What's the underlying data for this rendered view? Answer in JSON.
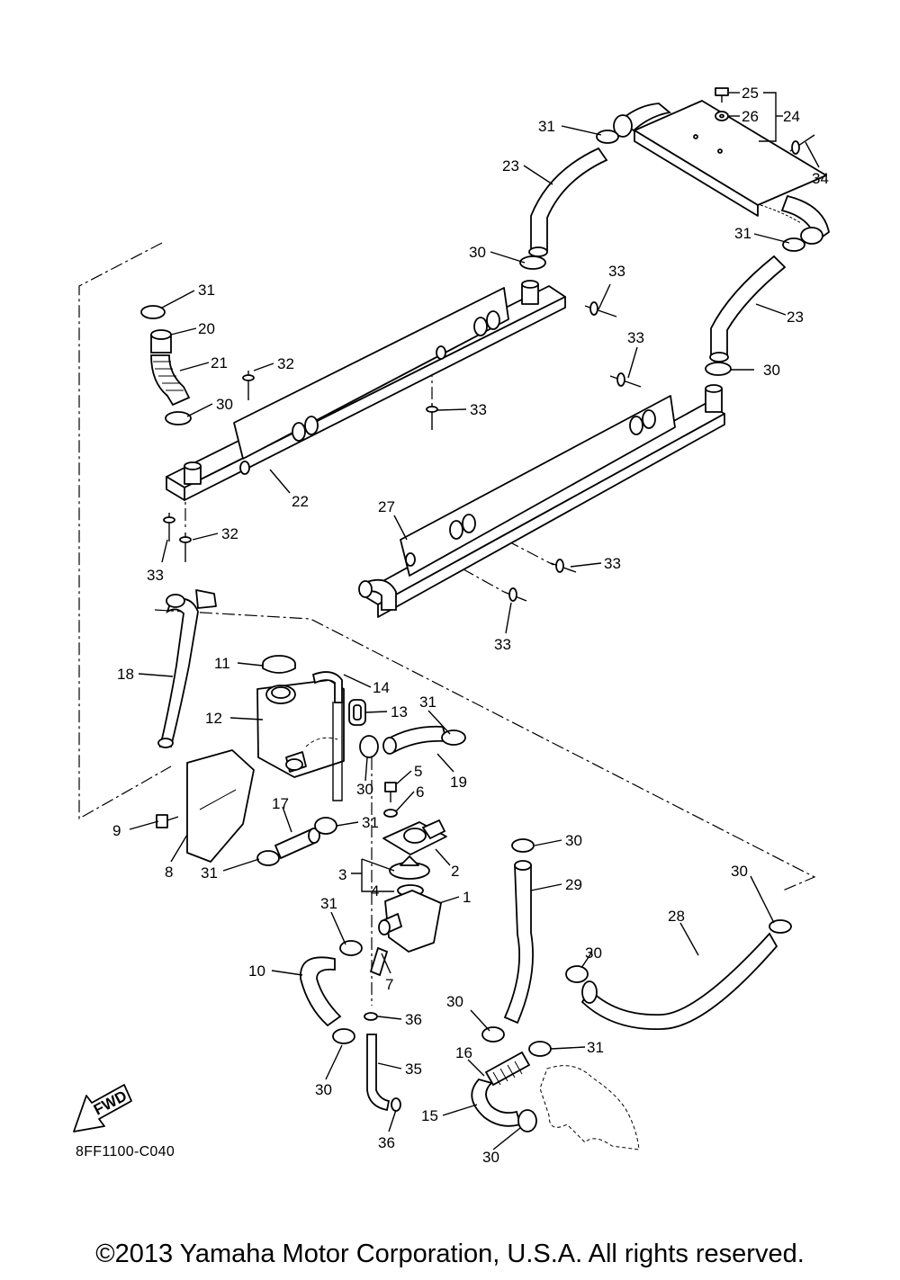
{
  "diagram_code": "8FF1100-C040",
  "copyright": "©2013 Yamaha Motor Corporation, U.S.A. All rights reserved.",
  "fwd_label": "FWD",
  "callouts": [
    {
      "id": "c25",
      "label": "25"
    },
    {
      "id": "c26",
      "label": "26"
    },
    {
      "id": "c24",
      "label": "24"
    },
    {
      "id": "c31a",
      "label": "31"
    },
    {
      "id": "c23a",
      "label": "23"
    },
    {
      "id": "c34",
      "label": "34"
    },
    {
      "id": "c31b",
      "label": "31"
    },
    {
      "id": "c30a",
      "label": "30"
    },
    {
      "id": "c23b",
      "label": "23"
    },
    {
      "id": "c33a",
      "label": "33"
    },
    {
      "id": "c31c",
      "label": "31"
    },
    {
      "id": "c20",
      "label": "20"
    },
    {
      "id": "c21",
      "label": "21"
    },
    {
      "id": "c32a",
      "label": "32"
    },
    {
      "id": "c30b",
      "label": "30"
    },
    {
      "id": "c33b",
      "label": "33"
    },
    {
      "id": "c30c",
      "label": "30"
    },
    {
      "id": "c33c",
      "label": "33"
    },
    {
      "id": "c22",
      "label": "22"
    },
    {
      "id": "c32b",
      "label": "32"
    },
    {
      "id": "c33d",
      "label": "33"
    },
    {
      "id": "c27",
      "label": "27"
    },
    {
      "id": "c33e",
      "label": "33"
    },
    {
      "id": "c33f",
      "label": "33"
    },
    {
      "id": "c18",
      "label": "18"
    },
    {
      "id": "c11",
      "label": "11"
    },
    {
      "id": "c14",
      "label": "14"
    },
    {
      "id": "c12",
      "label": "12"
    },
    {
      "id": "c13",
      "label": "13"
    },
    {
      "id": "c31d",
      "label": "31"
    },
    {
      "id": "c19",
      "label": "19"
    },
    {
      "id": "c30d",
      "label": "30"
    },
    {
      "id": "c5",
      "label": "5"
    },
    {
      "id": "c6",
      "label": "6"
    },
    {
      "id": "c9",
      "label": "9"
    },
    {
      "id": "c17",
      "label": "17"
    },
    {
      "id": "c31e",
      "label": "31"
    },
    {
      "id": "c8",
      "label": "8"
    },
    {
      "id": "c31f",
      "label": "31"
    },
    {
      "id": "c2",
      "label": "2"
    },
    {
      "id": "c3",
      "label": "3"
    },
    {
      "id": "c4",
      "label": "4"
    },
    {
      "id": "c1",
      "label": "1"
    },
    {
      "id": "c30e",
      "label": "30"
    },
    {
      "id": "c29",
      "label": "29"
    },
    {
      "id": "c30f",
      "label": "30"
    },
    {
      "id": "c28",
      "label": "28"
    },
    {
      "id": "c31g",
      "label": "31"
    },
    {
      "id": "c10",
      "label": "10"
    },
    {
      "id": "c7",
      "label": "7"
    },
    {
      "id": "c30g",
      "label": "30"
    },
    {
      "id": "c30h",
      "label": "30"
    },
    {
      "id": "c36a",
      "label": "36"
    },
    {
      "id": "c30i",
      "label": "30"
    },
    {
      "id": "c35",
      "label": "35"
    },
    {
      "id": "c16",
      "label": "16"
    },
    {
      "id": "c31h",
      "label": "31"
    },
    {
      "id": "c15",
      "label": "15"
    },
    {
      "id": "c36b",
      "label": "36"
    },
    {
      "id": "c30j",
      "label": "30"
    }
  ]
}
